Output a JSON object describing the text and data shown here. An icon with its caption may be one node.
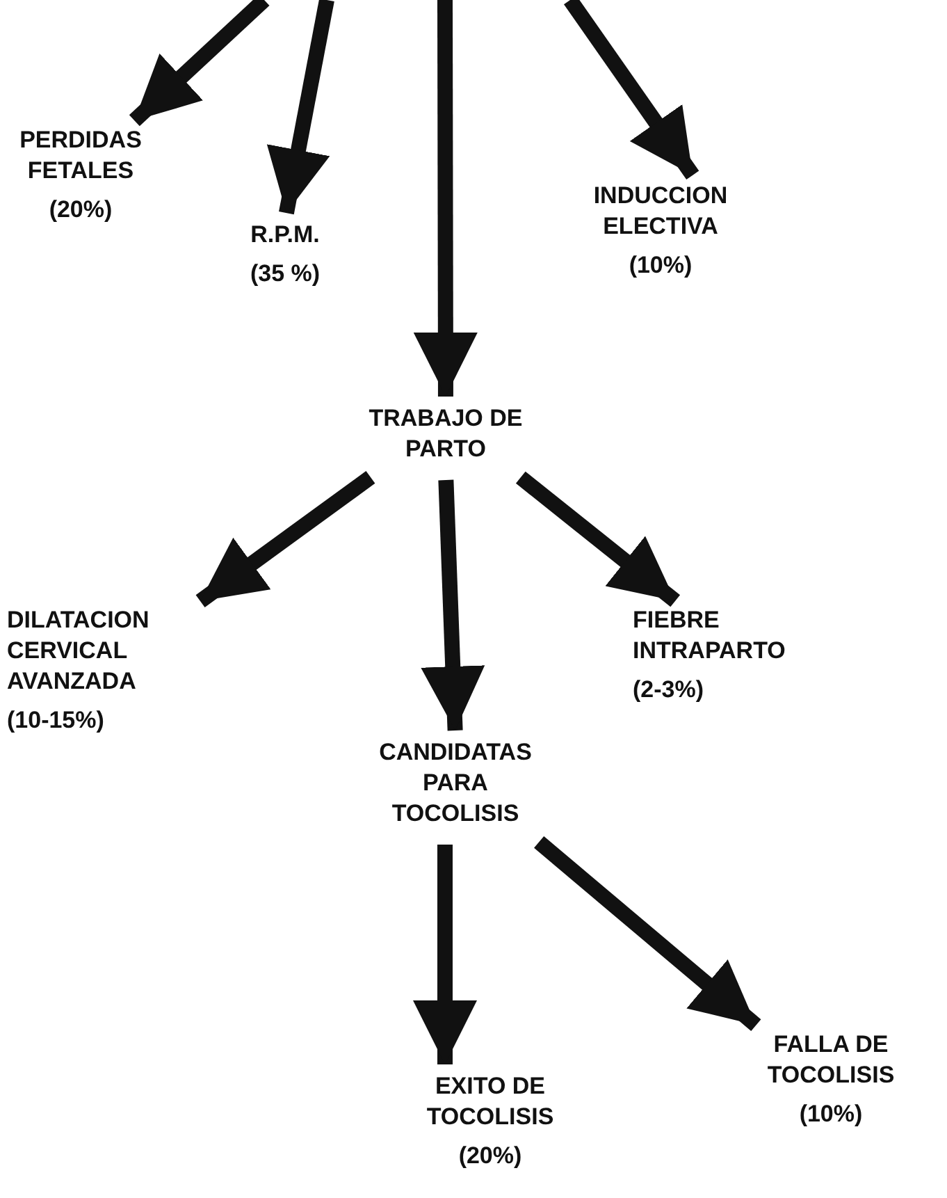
{
  "diagram": {
    "nodes": [
      {
        "text": [
          "PERDIDAS FETALES",
          "(20%)"
        ]
      },
      {
        "text": [
          "R.P.M.",
          "(35 %)"
        ]
      },
      {
        "text": [
          "INDUCCION ELECTIVA",
          "(10%)"
        ]
      },
      {
        "text": [
          "TRABAJO DE PARTO"
        ]
      },
      {
        "text": [
          "DILATACION CERVICAL AVANZADA",
          "(10-15%)"
        ]
      },
      {
        "text": [
          "FIEBRE INTRAPARTO",
          "(2-3%)"
        ]
      },
      {
        "text": [
          "CANDIDATAS PARA TOCOLISIS"
        ]
      },
      {
        "text": [
          "EXITO DE TOCOLISIS",
          "(20%)"
        ]
      },
      {
        "text": [
          "FALLA DE TOCOLISIS",
          "(10%)"
        ]
      }
    ],
    "edges": [
      {
        "from": null,
        "to": 0,
        "arrow": "to"
      },
      {
        "from": null,
        "to": 1,
        "arrow": "to"
      },
      {
        "from": null,
        "to": 3,
        "arrow": "to"
      },
      {
        "from": null,
        "to": 2,
        "arrow": "to"
      },
      {
        "from": 3,
        "to": 4,
        "arrow": "to"
      },
      {
        "from": 3,
        "to": 6,
        "arrow": "to"
      },
      {
        "from": 3,
        "to": 5,
        "arrow": "to"
      },
      {
        "from": 6,
        "to": 7,
        "arrow": "to"
      },
      {
        "from": 6,
        "to": 8,
        "arrow": "to"
      }
    ]
  }
}
